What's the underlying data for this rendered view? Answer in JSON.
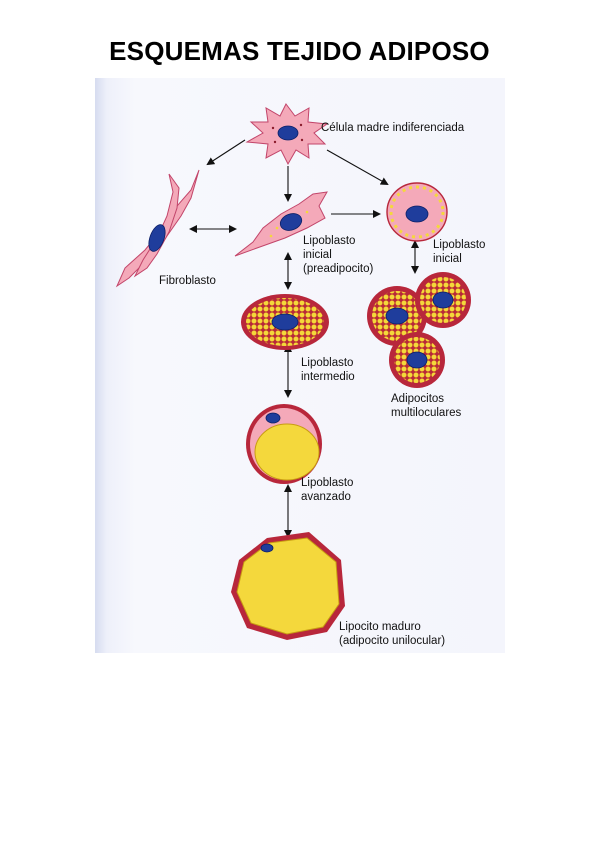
{
  "page": {
    "title": "ESQUEMAS TEJIDO ADIPOSO"
  },
  "colors": {
    "cytoplasm": "#f4a9b9",
    "cytoplasm_dark": "#d4527a",
    "membrane": "#b8273b",
    "lipid": "#f4d83c",
    "nucleus": "#1f3d9c",
    "figure_bg": "#f4f5fc"
  },
  "labels": {
    "stem_cell": "Célula madre indiferenciada",
    "fibroblast": "Fibroblasto",
    "early_lipoblast_left_1": "Lipoblasto",
    "early_lipoblast_left_2": "inicial",
    "early_lipoblast_left_3": "(preadipocito)",
    "early_lipoblast_right_1": "Lipoblasto",
    "early_lipoblast_right_2": "inicial",
    "intermediate_1": "Lipoblasto",
    "intermediate_2": "intermedio",
    "multilocular_1": "Adipocitos",
    "multilocular_2": "multiloculares",
    "advanced_1": "Lipoblasto",
    "advanced_2": "avanzado",
    "mature_1": "Lipocito maduro",
    "mature_2": "(adipocito unilocular)"
  },
  "icons": {
    "stem_cell": "star-shaped-cell-icon",
    "fibroblast": "spindle-cell-icon",
    "preadipocyte": "spindle-cell-icon",
    "early_lipoblast": "round-cell-icon",
    "intermediate_lipoblast": "multilocular-cell-icon",
    "multilocular_adipocytes": "multilocular-cell-icon",
    "advanced_lipoblast": "unilocular-cell-icon",
    "mature_adipocyte": "unilocular-cell-icon"
  }
}
